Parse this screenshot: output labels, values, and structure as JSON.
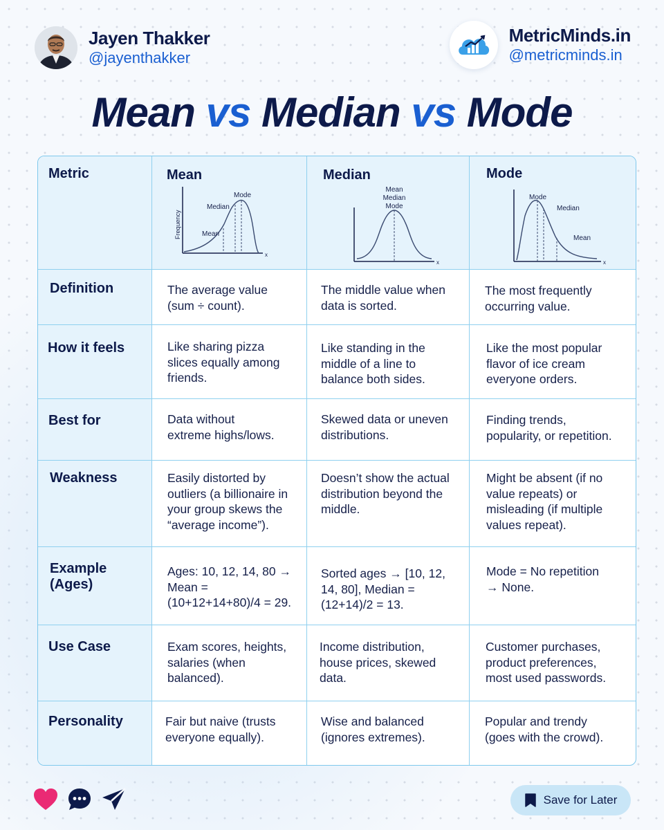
{
  "author": {
    "name": "Jayen Thakker",
    "handle": "@jayenthakker"
  },
  "brand": {
    "name": "MetricMinds.in",
    "handle": "@metricminds.in"
  },
  "title": {
    "part1": "Mean ",
    "vs1": "vs",
    "part2": " Median ",
    "vs2": "vs",
    "part3": " Mode"
  },
  "table": {
    "header": {
      "metric": "Metric",
      "mean": "Mean",
      "median": "Median",
      "mode": "Mode"
    },
    "graph_labels": {
      "mean": {
        "mode": "Mode",
        "median": "Median",
        "mean": "Mean",
        "ylabel": "Frequency",
        "xlabel": "x"
      },
      "median": {
        "mean": "Mean",
        "median": "Median",
        "mode": "Mode",
        "xlabel": "x"
      },
      "mode": {
        "mode": "Mode",
        "median": "Median",
        "mean": "Mean",
        "xlabel": "x"
      }
    },
    "rows": [
      {
        "label": "Definition",
        "mean": [
          "The average value",
          "(sum ÷ count)."
        ],
        "median": [
          "The middle value when",
          "data is sorted."
        ],
        "mode": [
          "The most frequently",
          "occurring value."
        ]
      },
      {
        "label": "How it feels",
        "mean": [
          "Like sharing pizza",
          "slices equally among",
          "friends."
        ],
        "median": [
          "Like standing in the",
          "middle of a line to",
          "balance both sides."
        ],
        "mode": [
          "Like the most popular",
          "flavor of ice cream",
          "everyone orders."
        ]
      },
      {
        "label": "Best for",
        "mean": [
          "Data without",
          "extreme highs/lows."
        ],
        "median": [
          "Skewed data or uneven",
          "distributions."
        ],
        "mode": [
          "Finding trends,",
          "popularity, or repetition."
        ]
      },
      {
        "label": "Weakness",
        "mean": [
          "Easily distorted by",
          "outliers (a billionaire in",
          "your group skews the",
          "“average income”)."
        ],
        "median": [
          "Doesn’t show the actual",
          "distribution beyond the",
          "middle."
        ],
        "mode": [
          "Might be absent (if no",
          "value repeats) or",
          "misleading (if multiple",
          "values repeat)."
        ]
      },
      {
        "label": [
          "Example",
          "(Ages)"
        ],
        "mean": [
          "Ages: 10, 12, 14, 80 →",
          "Mean =",
          "(10+12+14+80)/4 = 29."
        ],
        "median": [
          "Sorted ages → [10, 12,",
          "14, 80], Median =",
          "(12+14)/2 = 13."
        ],
        "mode": [
          "Mode = No repetition",
          "→ None."
        ]
      },
      {
        "label": "Use Case",
        "mean": [
          "Exam scores, heights,",
          "salaries (when",
          "balanced)."
        ],
        "median": [
          "Income distribution,",
          "house prices, skewed",
          "data."
        ],
        "mode": [
          "Customer purchases,",
          "product preferences,",
          "most used passwords."
        ]
      },
      {
        "label": "Personality",
        "mean": [
          "Fair but naive (trusts",
          "everyone equally)."
        ],
        "median": [
          "Wise and balanced",
          "(ignores extremes)."
        ],
        "mode": [
          "Popular and trendy",
          "(goes with the crowd)."
        ]
      }
    ]
  },
  "footer": {
    "save_label": "Save for Later"
  },
  "icons": {
    "like": "heart-icon",
    "comment": "comment-icon",
    "share": "send-icon",
    "save": "bookmark-icon"
  },
  "colors": {
    "navy": "#0d1a4a",
    "accent": "#1a5fd1",
    "border": "#7ec8ec",
    "heart": "#ea2a74",
    "save_bg": "#c9e6f7"
  }
}
